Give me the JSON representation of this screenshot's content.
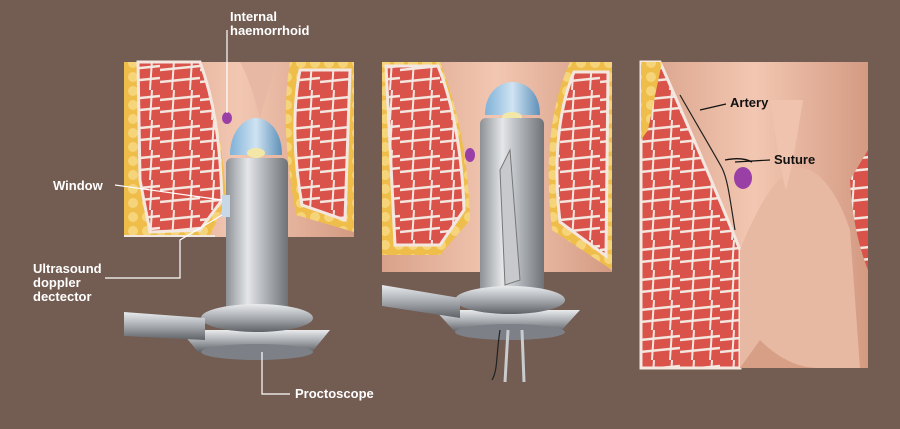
{
  "labels": {
    "internal_haemorrhoid": "Internal\nhaemorrhoid",
    "window": "Window",
    "ultrasound": "Ultrasound\ndoppler\ndectector",
    "proctoscope": "Proctoscope",
    "artery": "Artery",
    "suture": "Suture"
  },
  "colors": {
    "background": "#735c52",
    "muscle": "#d9534a",
    "fat": "#f0c050",
    "tissue": "#e8b4a0",
    "metal": "#b9bcc0",
    "haemorrhoid": "#9a3fa6"
  }
}
